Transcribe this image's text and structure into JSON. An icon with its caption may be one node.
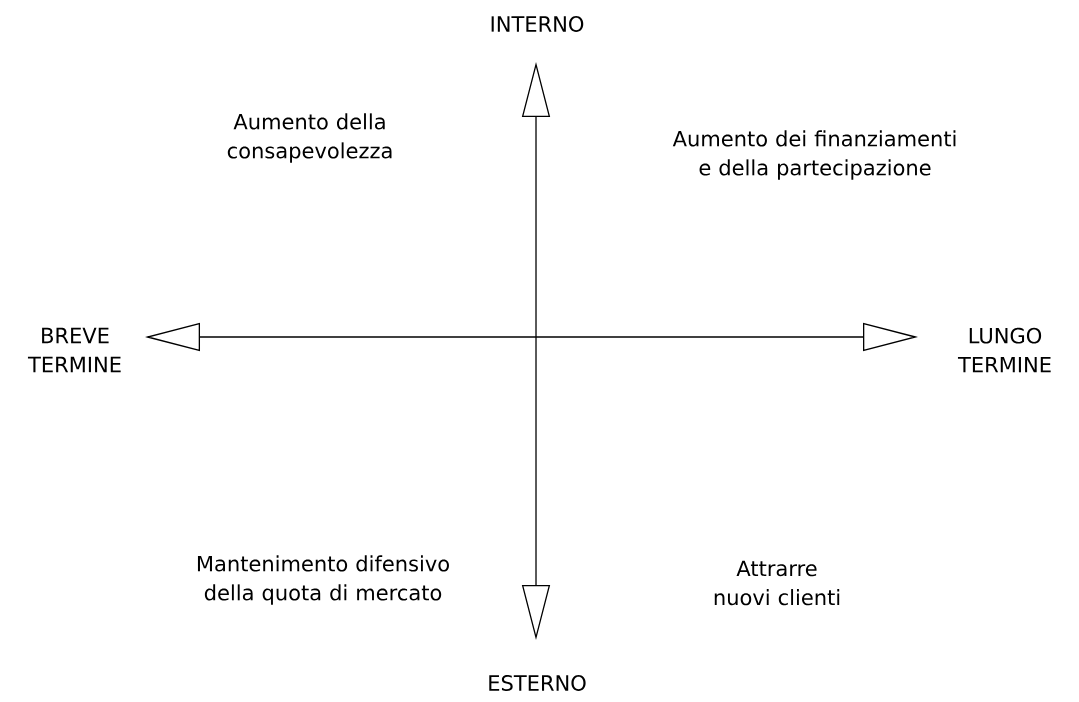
{
  "diagram": {
    "labels": [
      "INTERNO",
      "Aumento della consapevolezza",
      "Aumento dei finanziamenti e della partecipazione",
      "BREVE TERMINE",
      "LUNGO TERMINE",
      "Mantenimento difensivo della quota di mercato",
      "Attrarre nuovi clienti",
      "ESTERNO"
    ]
  }
}
